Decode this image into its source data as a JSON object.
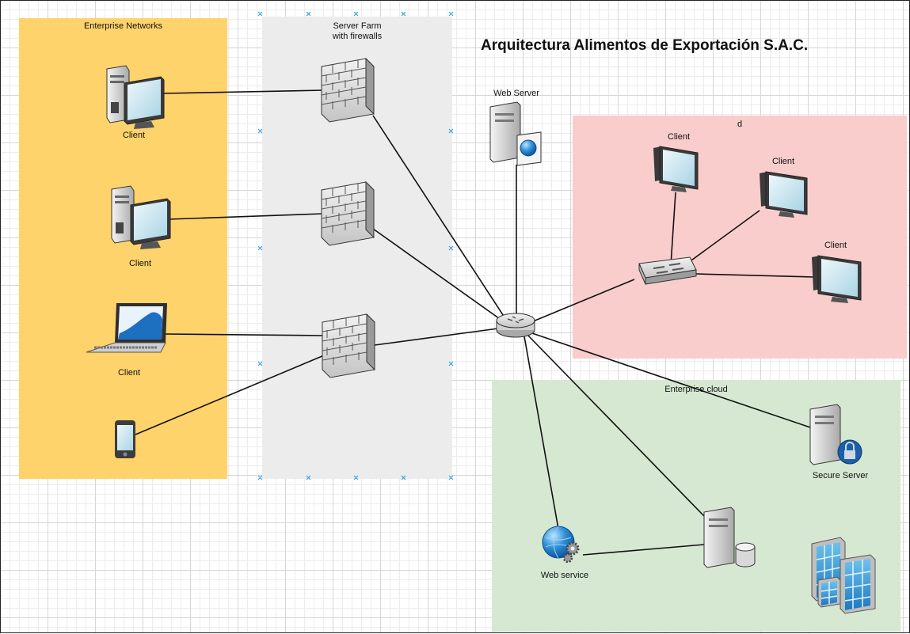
{
  "title": "Arquitectura Alimentos de Exportación S.A.C.",
  "zones": {
    "enterprise_networks": {
      "label": "Enterprise Networks",
      "color": "#ffd36b"
    },
    "server_farm": {
      "label_line1": "Server Farm",
      "label_line2": "with firewalls",
      "color": "#ececec"
    },
    "pink_zone": {
      "label": "d",
      "color": "#f8cdcb"
    },
    "enterprise_cloud": {
      "label": "Enterprise cloud",
      "color": "#d6e8d2"
    }
  },
  "nodes": {
    "client_desktop_1": {
      "label": "Client"
    },
    "client_desktop_2": {
      "label": "Client"
    },
    "client_laptop": {
      "label": "Client"
    },
    "web_server": {
      "label": "Web Server"
    },
    "pink_client_1": {
      "label": "Client"
    },
    "pink_client_2": {
      "label": "Client"
    },
    "pink_client_3": {
      "label": "Client"
    },
    "secure_server": {
      "label": "Secure Server"
    },
    "web_service": {
      "label": "Web service"
    }
  },
  "colors": {
    "link": "#111111",
    "selection_marker": "#3aa0e6"
  }
}
